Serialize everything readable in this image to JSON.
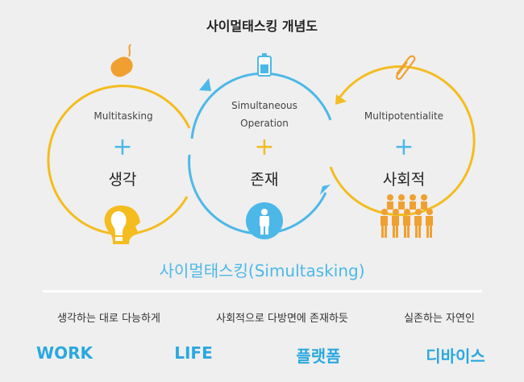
{
  "title": "사이멀태스킹 개념도",
  "colors": {
    "yellow": "#f4bc1e",
    "blue": "#4db8e8",
    "orange": "#f0a030"
  },
  "circles": [
    {
      "subtitle": "Multitasking",
      "plus": "+",
      "label": "생각",
      "top_icon": "mouse-icon",
      "bottom_icon": "lightbulb-head-icon",
      "color": "#f4bc1e"
    },
    {
      "subtitle_line1": "Simultaneous",
      "subtitle_line2": "Operation",
      "plus": "+",
      "label": "존재",
      "top_icon": "battery-icon",
      "bottom_icon": "person-icon",
      "color": "#4db8e8"
    },
    {
      "subtitle": "Multipotentialite",
      "plus": "+",
      "label": "사회적",
      "top_icon": "paperclip-icon",
      "bottom_icon": "group-people-icon",
      "color": "#f4bc1e"
    }
  ],
  "main_label": "사이멀태스킹(Simultasking)",
  "descriptions": [
    "생각하는 대로 다능하게",
    "사회적으로 다방면에 존재하듯",
    "실존하는 자연인"
  ],
  "keywords": [
    "WORK",
    "LIFE",
    "플랫폼",
    "디바이스"
  ]
}
